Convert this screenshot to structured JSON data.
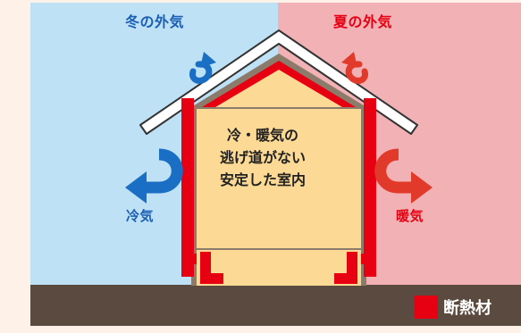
{
  "winter_outside_label": "冬の外気",
  "summer_outside_label": "夏の外気",
  "cold_air_label": "冷気",
  "warm_air_label": "暖気",
  "center_lines": [
    "冷・暖気の",
    "逃げ道がない",
    "安定した室内"
  ],
  "legend_label": "断熱材",
  "colors": {
    "page_bg": "#fdf1e8",
    "winter_sky": "#bfe1f5",
    "summer_sky": "#f1b1b5",
    "ground": "#5a4a3f",
    "insulation": "#e60012",
    "roof_brown": "#8c7a6b",
    "interior": "#fcd994",
    "blue_arrow": "#1a6fc4",
    "red_arrow": "#e23a2a",
    "blue_text": "#1a5fb4",
    "red_text": "#e60012",
    "legend_text": "#ffffff"
  }
}
